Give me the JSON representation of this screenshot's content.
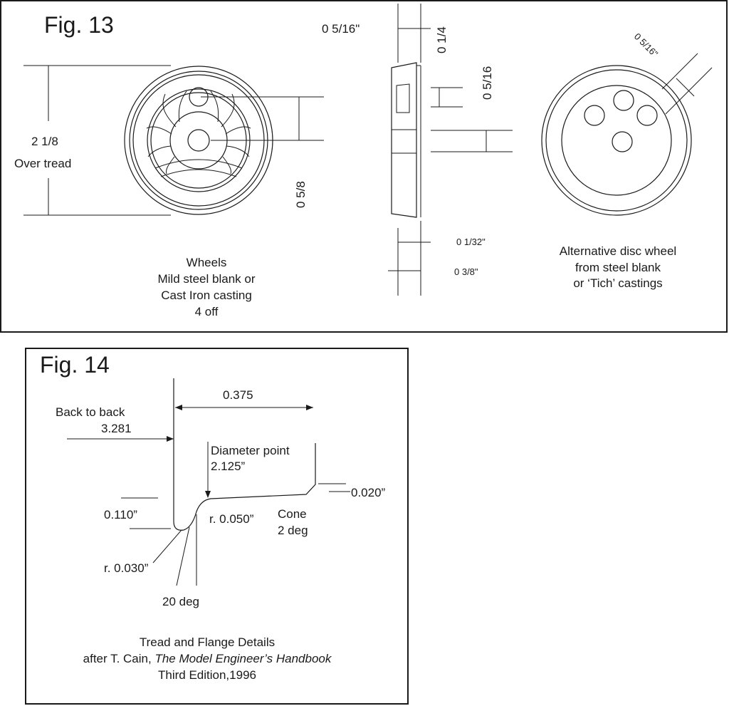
{
  "fig13": {
    "title": "Fig. 13",
    "dim_over_tread_value": "2 1/8",
    "dim_over_tread_label": "Over tread",
    "dim_hub_spacing": "0 5/8",
    "dim_flange_top": "0 5/16\"",
    "dim_quarter": "0 1/4",
    "dim_hub_5_16": "0 5/16",
    "dim_1_32": "0 1/32\"",
    "dim_3_8": "0 3/8\"",
    "dim_disc_hole": "0 5/16\"",
    "caption_wheels": [
      "Wheels",
      "Mild steel blank or",
      "Cast Iron casting",
      "4 off"
    ],
    "caption_disc": [
      "Alternative disc wheel",
      "from steel blank",
      "or ‘Tich’ castings"
    ]
  },
  "fig14": {
    "title": "Fig. 14",
    "dim_375": "0.375",
    "back_to_back_label": "Back to back",
    "back_to_back_value": "3.281",
    "diameter_point_label": "Diameter point",
    "diameter_point_value": "2.125”",
    "dim_110": "0.110”",
    "radius_050": "r. 0.050”",
    "cone_label": "Cone",
    "cone_value": "2 deg",
    "dim_020": "0.020”",
    "radius_030": "r. 0.030”",
    "angle_20": "20 deg",
    "caption_line1": "Tread and Flange Details",
    "caption_line2_prefix": "after T. Cain, ",
    "caption_line2_book": "The Model Engineer’s Handbook",
    "caption_line3": "Third Edition,1996"
  }
}
